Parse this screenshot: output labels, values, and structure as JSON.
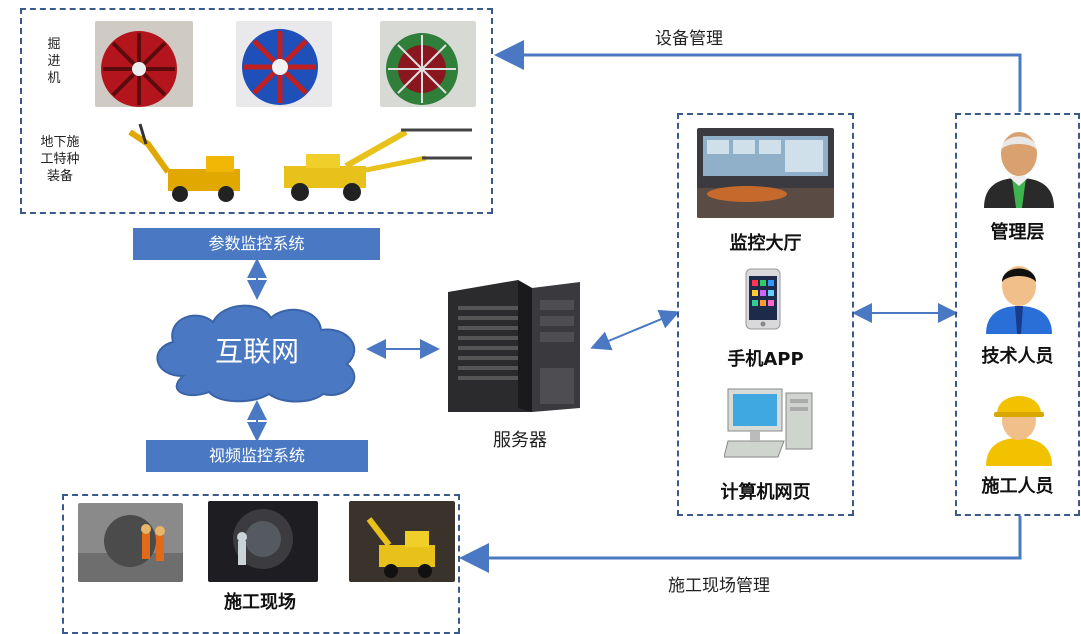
{
  "equipment": {
    "tbm_label": "掘\n进\n机",
    "special_label": "地下施\n工特种\n装备"
  },
  "bars": {
    "param": "参数监控系统",
    "video": "视频监控系统"
  },
  "cloud": {
    "label": "互联网"
  },
  "server": {
    "label": "服务器"
  },
  "terminals": {
    "hall": "监控大厅",
    "phone": "手机APP",
    "pc": "计算机网页"
  },
  "people": {
    "management": "管理层",
    "technical": "技术人员",
    "construction": "施工人员"
  },
  "site": {
    "label": "施工现场"
  },
  "flows": {
    "equipment_mgmt": "设备管理",
    "site_mgmt": "施工现场管理"
  },
  "colors": {
    "accent": "#4a78c2",
    "dash": "#3a5a8c",
    "hardhat": "#f2c200",
    "tie": "#3fb34f"
  }
}
